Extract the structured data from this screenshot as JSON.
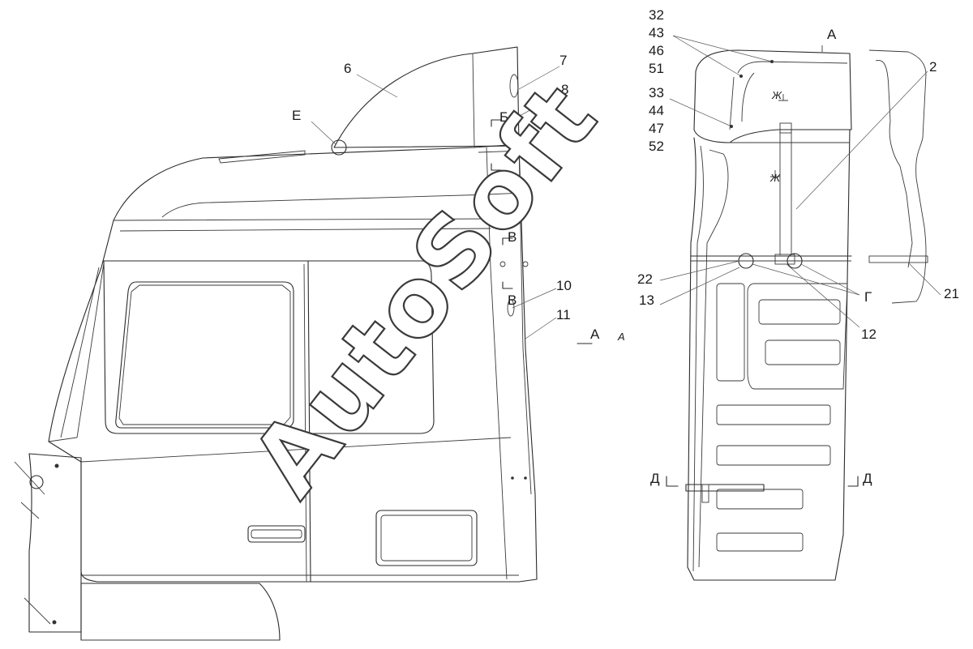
{
  "watermark": "AutoSoft",
  "callouts": {
    "c6": "6",
    "c7": "7",
    "c8": "8",
    "cE": "Е",
    "cB1": "Б",
    "cB2": "Б",
    "cV1": "В",
    "cV2": "В",
    "c10": "10",
    "c11": "11",
    "cA1": "А",
    "cA_small": "А",
    "c32": "32",
    "c43": "43",
    "c46": "46",
    "c51": "51",
    "c33": "33",
    "c44": "44",
    "c47": "47",
    "c52": "52",
    "cA2": "А",
    "c2": "2",
    "c22": "22",
    "c13": "13",
    "cG": "Г",
    "c12": "12",
    "c21": "21",
    "cD1": "Д",
    "cD2": "Д",
    "cZh1": "Ж",
    "cZh2": "Ж"
  },
  "icons": {
    "section_marker": "section-arrow-icon",
    "fastener": "bolt-point-icon"
  }
}
